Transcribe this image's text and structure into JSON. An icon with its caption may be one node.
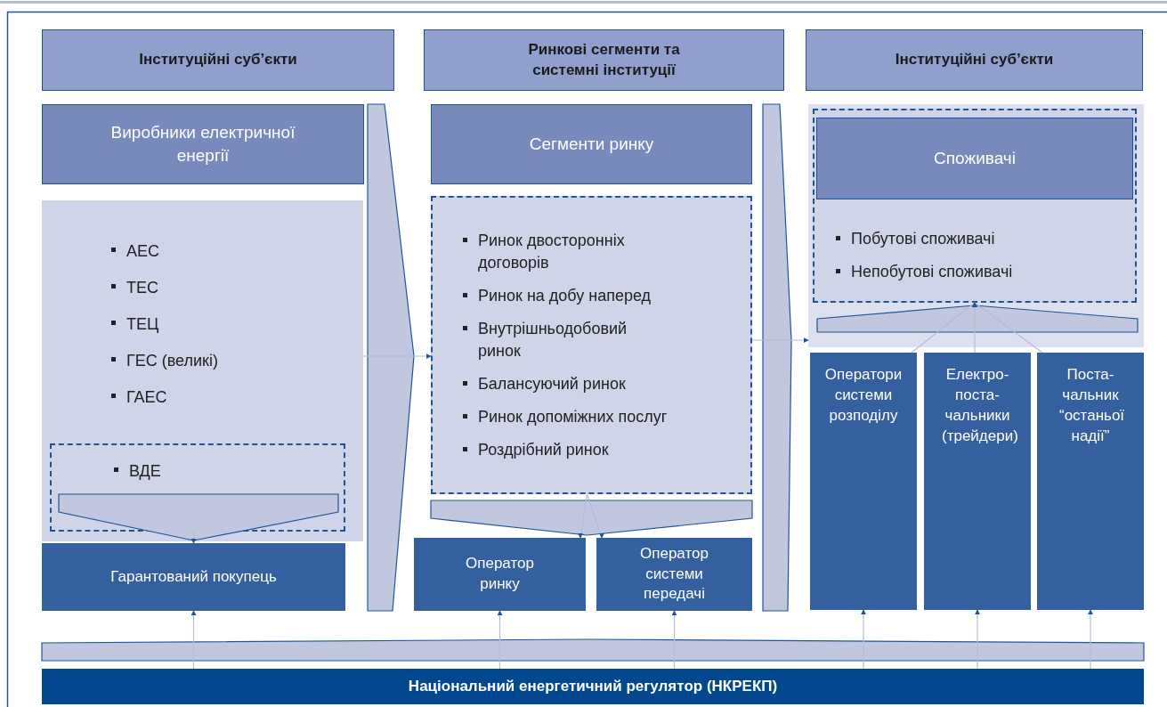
{
  "diagram": {
    "nodes": [
      {
        "text": [
          "Інституційні суб’єкти"
        ]
      },
      {
        "text": [
          "Ринкові сегменти та системні інституції"
        ]
      },
      {
        "text": [
          "Інституційні суб’єкти"
        ]
      },
      {
        "text": [
          "Виробники електричної енергії"
        ]
      },
      {
        "text": [
          "АЕС",
          "ТЕС",
          "ТЕЦ",
          "ГЕС (великі)",
          "ГАЕС"
        ]
      },
      {
        "text": [
          "ВДЕ"
        ],
        "in": 4
      },
      {
        "text": [
          "Гарантований покупець"
        ]
      },
      {
        "text": [
          "Сегменти ринку"
        ]
      },
      {
        "text": [
          "Ринок двосторонніх договорів",
          "Ринок на добу наперед",
          "Внутрішньодобовий ринок",
          "Балансуючий ринок",
          "Ринок допоміжних послуг",
          "Роздрібний ринок"
        ]
      },
      {
        "text": [
          "Оператор ринку"
        ]
      },
      {
        "text": [
          "Оператор системи передачі"
        ]
      },
      {
        "text": [],
        "shape": "box"
      },
      {
        "text": [
          "Побутові споживачі",
          "Непобутові споживачі"
        ],
        "in": 11
      },
      {
        "text": [
          "Споживачі"
        ],
        "in": 12
      },
      {
        "text": [
          "Оператори системи розподілу"
        ]
      },
      {
        "text": [
          "Електро-поста-чальники (трейдери)"
        ]
      },
      {
        "text": [
          "Поста-чальник “останьої надії”"
        ]
      },
      {
        "text": [
          "Національний енергетичний регулятор (НКРЕКП)"
        ]
      }
    ],
    "edges": [
      {
        "from": 5,
        "to": 6,
        "arrow": "to"
      },
      {
        "from": 4,
        "to": 8,
        "arrow": "to"
      },
      {
        "from": 8,
        "to": 9,
        "arrow": "to"
      },
      {
        "from": 8,
        "to": 10,
        "arrow": "to"
      },
      {
        "from": 8,
        "to": 11,
        "arrow": "to"
      },
      {
        "from": 14,
        "to": 12,
        "arrow": "to"
      },
      {
        "from": 15,
        "to": 12,
        "arrow": "to"
      },
      {
        "from": 16,
        "to": 12,
        "arrow": "to"
      },
      {
        "from": 17,
        "to": 6,
        "arrow": "to"
      },
      {
        "from": 17,
        "to": 9,
        "arrow": "to"
      },
      {
        "from": 17,
        "to": 10,
        "arrow": "to"
      },
      {
        "from": 17,
        "to": 14,
        "arrow": "to"
      },
      {
        "from": 17,
        "to": 15,
        "arrow": "to"
      },
      {
        "from": 17,
        "to": 16,
        "arrow": "to"
      }
    ]
  }
}
